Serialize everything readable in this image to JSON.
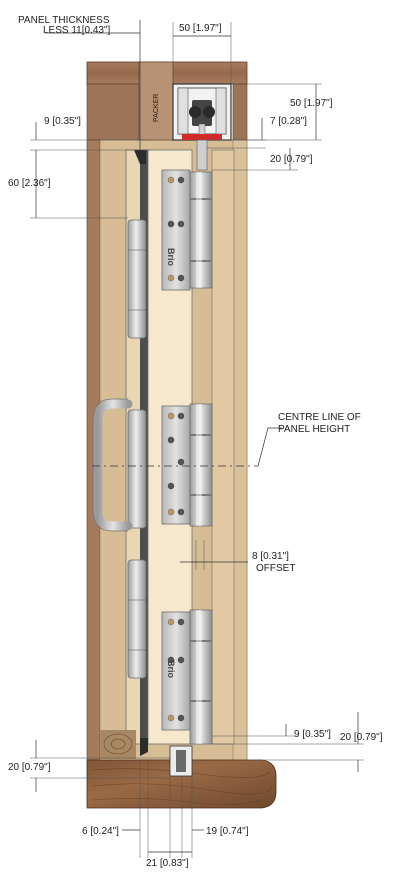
{
  "labels": {
    "panel_thickness_line1": "PANEL THICKNESS",
    "panel_thickness_line2": "LESS 11[0.43\"]",
    "top_width": "50 [1.97\"]",
    "track_height": "50 [1.97\"]",
    "left_9": "9 [0.35\"]",
    "right_7": "7 [0.28\"]",
    "right_20_top": "20 [0.79\"]",
    "left_60": "60 [2.36\"]",
    "packer": "PACKER",
    "centre_line_1": "CENTRE LINE OF",
    "centre_line_2": "PANEL HEIGHT",
    "offset_value": "8 [0.31\"]",
    "offset_word": "OFFSET",
    "bottom_9": "9 [0.35\"]",
    "bottom_20_right": "20 [0.79\"]",
    "bottom_20_left": "20 [0.79\"]",
    "bottom_6": "6 [0.24\"]",
    "bottom_19": "19 [0.74\"]",
    "bottom_21": "21 [0.83\"]"
  },
  "logo_text": "Brio",
  "colors": {
    "timber_head": "#9c7458",
    "timber_floor": "#8b5f3e",
    "wall": "#d6bd96",
    "panel": "#f5e8cd",
    "door_panel": "#e2c9a4",
    "hinge": "#c9c9c9",
    "hinge_dark": "#8a8a8a",
    "seal_red": "#d12a2a",
    "dim_line": "#333333"
  }
}
